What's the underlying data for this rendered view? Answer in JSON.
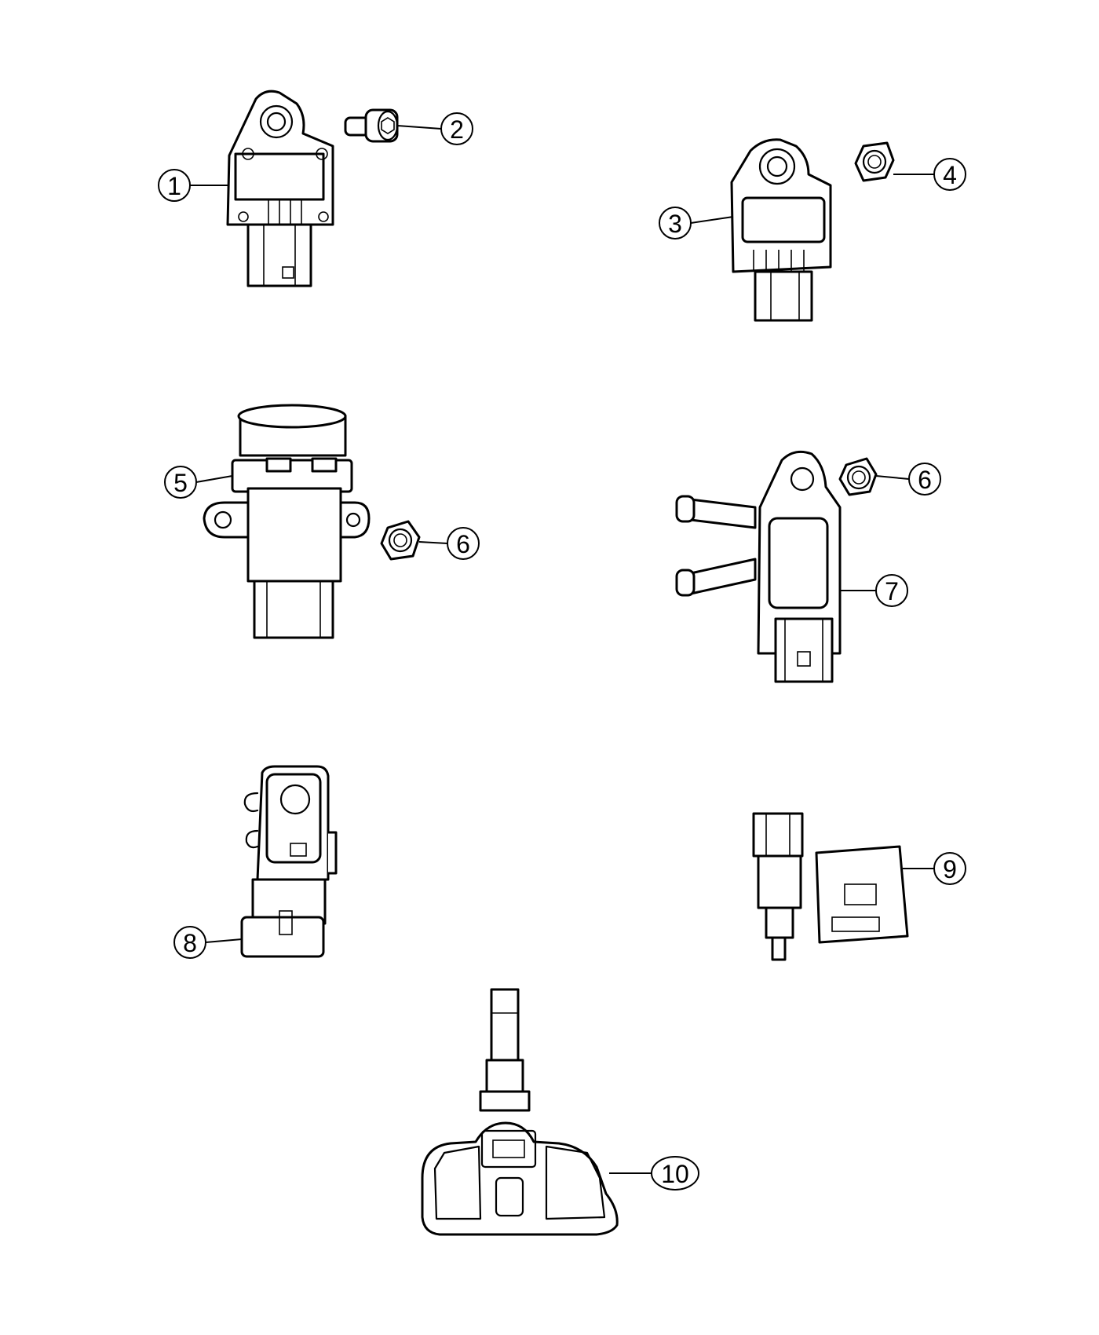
{
  "callouts": [
    {
      "id": "c1",
      "label": "1"
    },
    {
      "id": "c2",
      "label": "2"
    },
    {
      "id": "c3",
      "label": "3"
    },
    {
      "id": "c4",
      "label": "4"
    },
    {
      "id": "c5",
      "label": "5"
    },
    {
      "id": "c6a",
      "label": "6"
    },
    {
      "id": "c6b",
      "label": "6"
    },
    {
      "id": "c7",
      "label": "7"
    },
    {
      "id": "c8",
      "label": "8"
    },
    {
      "id": "c9",
      "label": "9"
    },
    {
      "id": "c10",
      "label": "10"
    }
  ],
  "colors": {
    "line": "#000000",
    "background": "#ffffff"
  }
}
